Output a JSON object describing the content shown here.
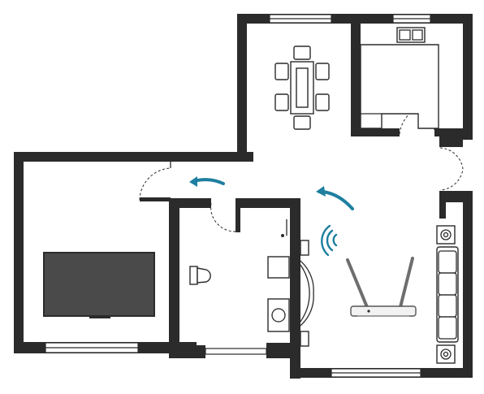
{
  "floor_plan": {
    "rooms": [
      "living-room",
      "dining-room",
      "kitchen",
      "bathroom",
      "bedroom"
    ],
    "furniture": [
      "tv",
      "dining-table",
      "kitchen-counter",
      "kitchen-sink",
      "toilet",
      "bathroom-sink",
      "sofa",
      "lamp",
      "wifi-router"
    ],
    "signal_direction_arrows": 2
  },
  "colors": {
    "wall": "#2b2b2b",
    "floor": "#ffffff",
    "accent": "#1e7fa0",
    "tv_screen": "#4a4a4a",
    "window_glass": "#ffffff"
  },
  "icons": [
    "wifi-signal-icon",
    "router-antenna-icon",
    "arrow-icon",
    "door-swing-icon",
    "window-icon"
  ]
}
